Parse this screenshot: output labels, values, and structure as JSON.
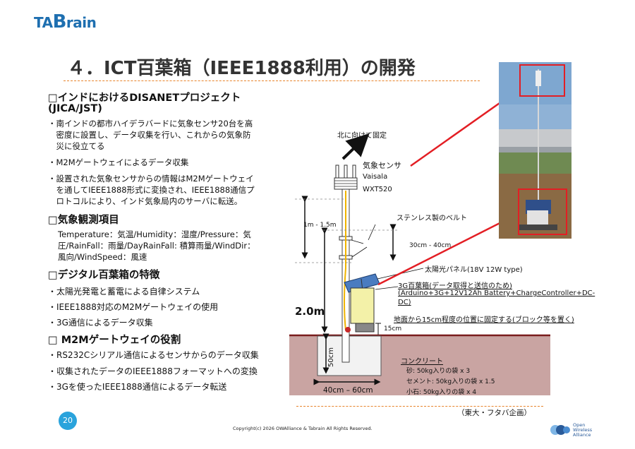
{
  "logo": {
    "text_a": "TA",
    "text_b": "B",
    "text_c": "rain"
  },
  "title": "４．ICT百葉箱（IEEE1888利用）の開発",
  "sections": {
    "s1_title_1": "□インドにおけるDISANETプロジェクト",
    "s1_title_2": "(JICA/JST)",
    "s1_b1_1": "・南インドの都市ハイデラバードに気象センサ20台を高",
    "s1_b1_2": "　密度に設置し、データ収集を行い、これからの気象防",
    "s1_b1_3": "　災に役立てる",
    "s1_b2": "・M2Mゲートウェイによるデータ収集",
    "s1_b3_1": "・設置された気象センサからの情報はM2Mゲートウェイ",
    "s1_b3_2": "　を通してIEEE1888形式に変換され、IEEE1888通信プ",
    "s1_b3_3": "　ロトコルにより、インド気象局内のサーバに転送。",
    "s2_title": "□気象観測項目",
    "s2_t1": "Temperature：気温/Humidity：湿度/Pressure：気",
    "s2_t2": "圧/RainFall：雨量/DayRainFall: 積算雨量/WindDir：",
    "s2_t3": "風向/WindSpeed：風速",
    "s3_title": "□デジタル百葉箱の特徴",
    "s3_b1": "・太陽光発電と蓄電による自律システム",
    "s3_b2": "・IEEE1888対応のM2Mゲートウェイの使用",
    "s3_b3": "・3G通信によるデータ収集",
    "s4_title": "□ M2Mゲートウェイの役割",
    "s4_b1": "・RS232Cシリアル通信によるセンサからのデータ収集",
    "s4_b2": "・収集されたデータのIEEE1888フォーマットへの変換",
    "s4_b3": "・3Gを使ったIEEE1888通信によるデータ転送"
  },
  "diagram": {
    "north": "北に向けて固定",
    "sensor_1": "気象センサ",
    "sensor_2": "Vaisala",
    "sensor_3": "WXT520",
    "belt": "ステンレス製のベルト",
    "h1": "1m - 1.5m",
    "h2": "30cm - 40cm",
    "solar": "太陽光パネル(18V 12W type)",
    "box_1": "3G百葉箱(データ取得と送信のため)",
    "box_2": "(Arduino+3G+12V12Ah Battery+ChargeController+DC-",
    "box_3": "DC)",
    "ground_fix": "地面から15cm程度の位置に固定する(ブロック等を置く)",
    "h_total": "2.0m",
    "h15": "15cm",
    "h50": "50cm",
    "width": "40cm – 60cm",
    "concrete": "コンクリート",
    "c1": "砂: 50kg入りの袋 x 3",
    "c2": "セメント: 50kg入りの袋 x 1.5",
    "c3": "小石: 50kg入りの袋 x 4",
    "credit": "（東大・フタバ企画）"
  },
  "footer": {
    "page": "20",
    "copyright": "Copyright(c) 2026 OWAlliance & Tabrain All Rights Reserved.",
    "owa_1": "Open",
    "owa_2": "Wireless",
    "owa_3": "Alliance"
  },
  "colors": {
    "accent_orange": "#e8832a",
    "brand_blue": "#1e6fb0",
    "ground": "#c9a4a2",
    "arrow_red": "#e31e24"
  }
}
